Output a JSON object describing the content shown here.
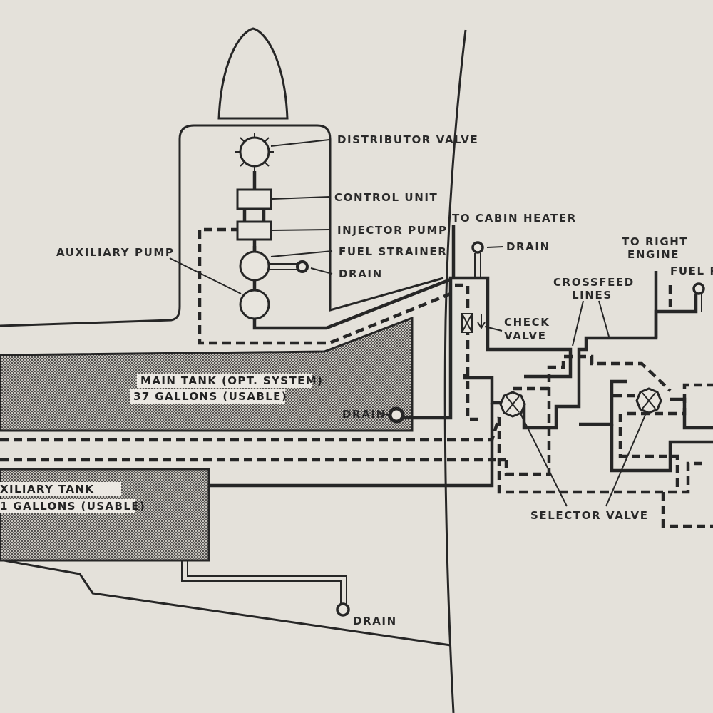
{
  "labels": {
    "distributor_valve": "DISTRIBUTOR VALVE",
    "control_unit": "CONTROL UNIT",
    "injector_pump": "INJECTOR PUMP",
    "fuel_strainer": "FUEL STRAINER",
    "drain_strainer": "DRAIN",
    "auxiliary_pump": "AUXILIARY PUMP",
    "to_cabin_heater": "TO CABIN HEATER",
    "drain_top": "DRAIN",
    "to_right_engine_1": "TO RIGHT",
    "to_right_engine_2": "ENGINE",
    "fuel_r": "FUEL R",
    "crossfeed_1": "CROSSFEED",
    "crossfeed_2": "LINES",
    "check_valve_1": "CHECK",
    "check_valve_2": "VALVE",
    "main_tank_1": "MAIN TANK (OPT. SYSTEM)",
    "main_tank_2": "37 GALLONS (USABLE)",
    "drain_main": "DRAIN",
    "aux_tank_1": "XILIARY TANK",
    "aux_tank_2": "1 GALLONS (USABLE)",
    "selector_valve": "SELECTOR VALVE",
    "drain_bottom": "DRAIN"
  },
  "colors": {
    "paper": "#e4e1da",
    "ink": "#262626",
    "tank_fill": "#8e8b86"
  }
}
